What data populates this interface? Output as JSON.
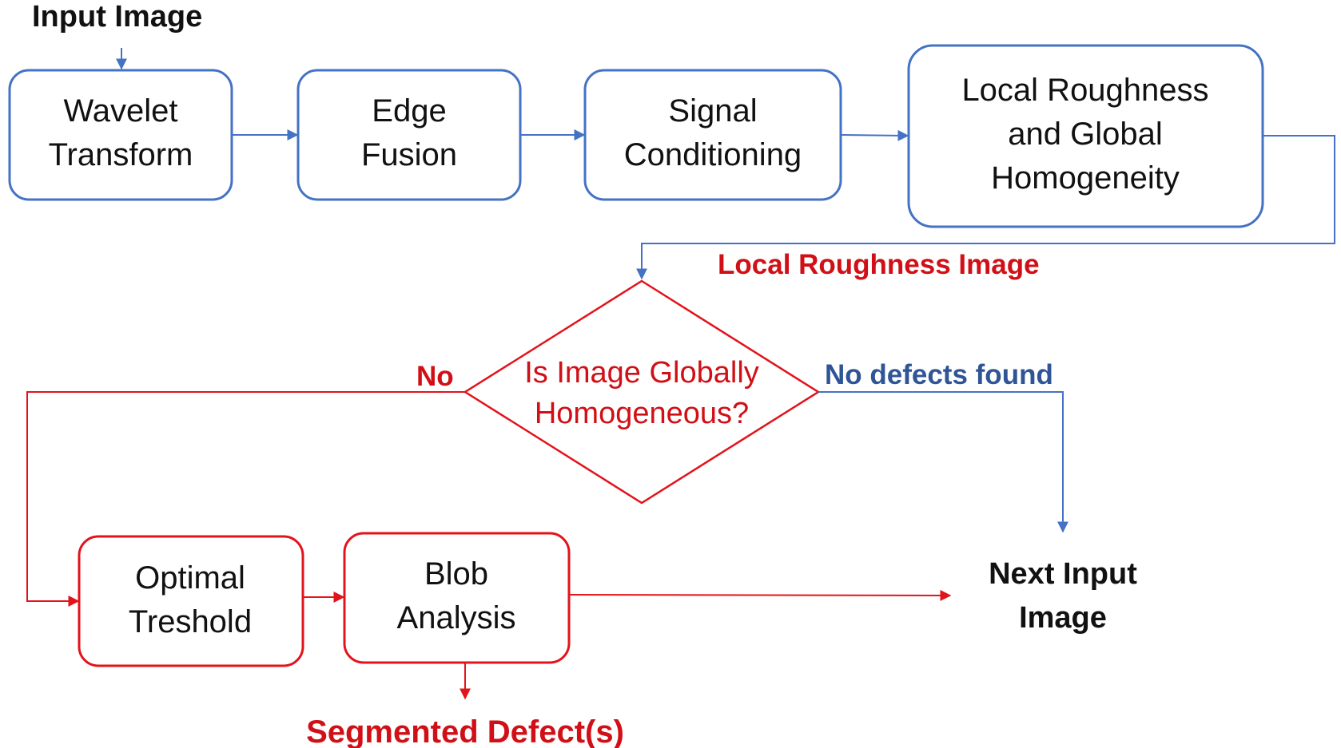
{
  "labels": {
    "input_image": "Input Image",
    "local_roughness_image": "Local Roughness Image",
    "no": "No",
    "no_defects_found": "No defects found",
    "next_input_line1": "Next Input",
    "next_input_line2": "Image",
    "segmented_defects": "Segmented Defect(s)"
  },
  "boxes": {
    "wavelet": {
      "line1": "Wavelet",
      "line2": "Transform"
    },
    "edge": {
      "line1": "Edge",
      "line2": "Fusion"
    },
    "signal": {
      "line1": "Signal",
      "line2": "Conditioning"
    },
    "roughness": {
      "line1": "Local Roughness",
      "line2": "and Global",
      "line3": "Homogeneity"
    },
    "optimal": {
      "line1": "Optimal",
      "line2": "Treshold"
    },
    "blob": {
      "line1": "Blob",
      "line2": "Analysis"
    }
  },
  "decision": {
    "line1": "Is Image Globally",
    "line2": "Homogeneous?"
  },
  "colors": {
    "blue_stroke": "#4472c4",
    "red_stroke": "#e3131b",
    "red_text": "#d10f16",
    "blue_text": "#2f5597",
    "black_text": "#111111"
  }
}
